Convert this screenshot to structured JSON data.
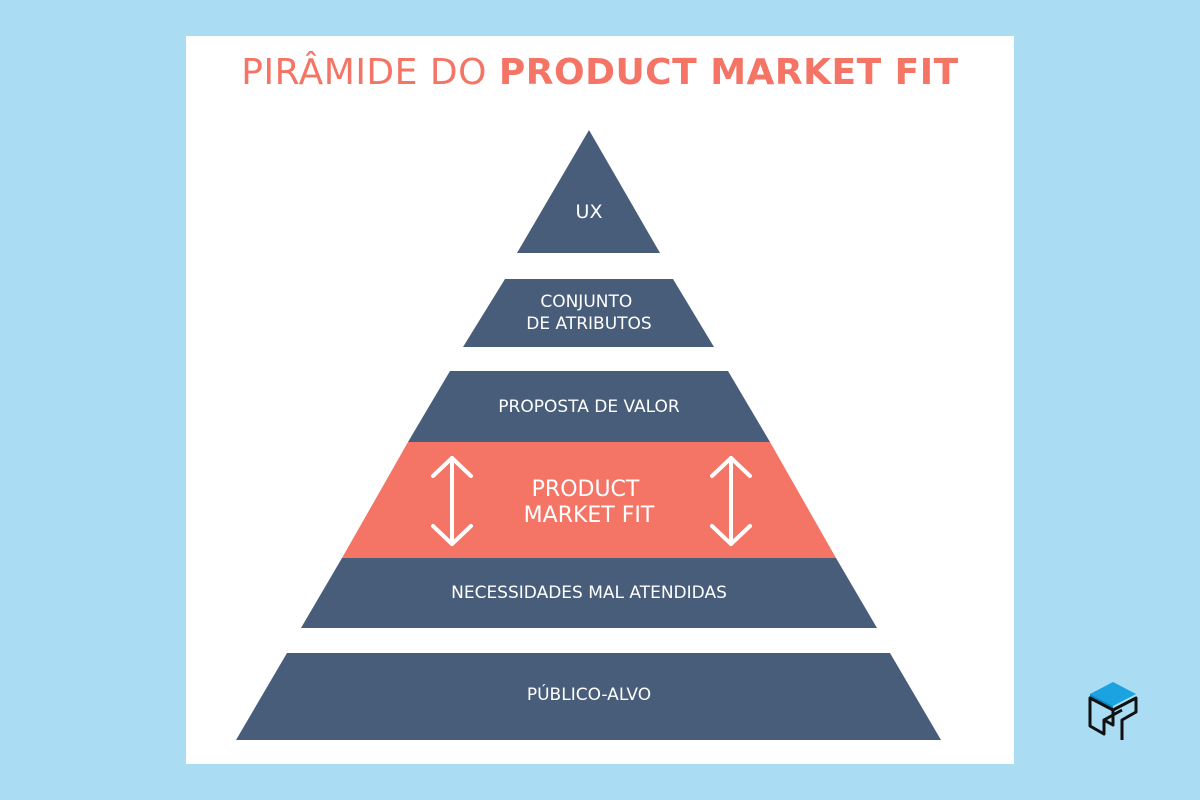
{
  "title": {
    "prefix": "PIRÂMIDE DO",
    "highlight": "PRODUCT MARKET FIT"
  },
  "pyramid": {
    "layers": [
      {
        "id": "ux",
        "lines": [
          "UX"
        ]
      },
      {
        "id": "feature-set",
        "lines": [
          "CONJUNTO",
          "DE ATRIBUTOS"
        ]
      },
      {
        "id": "value-proposition",
        "lines": [
          "PROPOSTA DE VALOR"
        ]
      },
      {
        "id": "product-market-fit",
        "lines": [
          "PRODUCT",
          "MARKET FIT"
        ],
        "highlight": true
      },
      {
        "id": "underserved-needs",
        "lines": [
          "NECESSIDADES MAL ATENDIDAS"
        ]
      },
      {
        "id": "target-audience",
        "lines": [
          "PÚBLICO-ALVO"
        ]
      }
    ]
  },
  "colors": {
    "background": "#aadcf3",
    "card": "#ffffff",
    "layer": "#485d7a",
    "highlight": "#f47566",
    "title": "#f47566",
    "text": "#ffffff",
    "logo": "#1aa3e0"
  },
  "icons": {
    "fit_arrows": "double-headed-vertical-arrow-icon",
    "brand_logo": "cube-logo-icon"
  }
}
